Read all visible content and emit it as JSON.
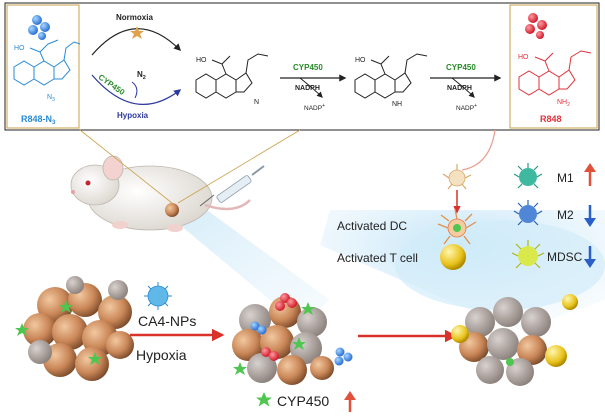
{
  "reaction": {
    "normoxia": "Normoxia",
    "hypoxia": "Hypoxia",
    "cyp450_a": "CYP450",
    "n2": "N",
    "n2_sub": "2",
    "cyp450_b": "CYP450",
    "nadph_b": "NADPH",
    "nadp_b": "NADP",
    "cyp450_c": "CYP450",
    "nadph_c": "NADPH",
    "nadp_c": "NADP",
    "prodrug_label": "R848-N",
    "prodrug_sub": "3",
    "drug_label": "R848",
    "n3": "N",
    "n3_sub": "3",
    "nh2": "NH",
    "nh2_sub": "2",
    "nh": "NH",
    "n_rad": "N",
    "ho": "HO"
  },
  "immune": {
    "m1": "M1",
    "m2": "M2",
    "mdsc": "MDSC",
    "activated_dc": "Activated DC",
    "activated_t": "Activated T cell"
  },
  "bottom": {
    "ca4": "CA4-NPs",
    "hypoxia": "Hypoxia",
    "cyp450": "CYP450"
  },
  "colors": {
    "prodrug": "#2a8bd6",
    "drug": "#e0313b",
    "cyp": "#2a8a2a",
    "hypoxia_arrow": "#2b3a9e",
    "arrow_red": "#d8322a",
    "up": "#e0503a",
    "down": "#2a5fc8"
  }
}
